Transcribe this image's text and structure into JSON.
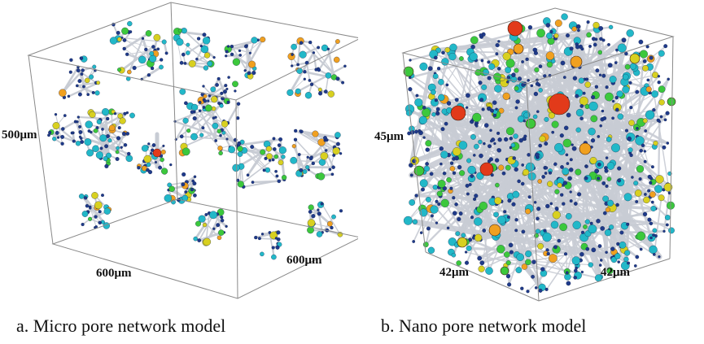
{
  "panel_a": {
    "caption": "a. Micro pore network model",
    "height_label": "500μm",
    "width_label": "600μm",
    "depth_label": "600μm"
  },
  "panel_b": {
    "caption": "b. Nano pore network model",
    "height_label": "45μm",
    "width_label": "42μm",
    "depth_label": "42μm"
  },
  "colors": {
    "box_edge": "#8a8a8a",
    "throat": "#c8ccd4",
    "pore_small": "#1f3a8a",
    "pore_medium": "#22b8c8",
    "pore_green": "#3cc83c",
    "pore_yellow": "#d8d020",
    "pore_orange": "#f0a020",
    "pore_red": "#e23a1a"
  }
}
